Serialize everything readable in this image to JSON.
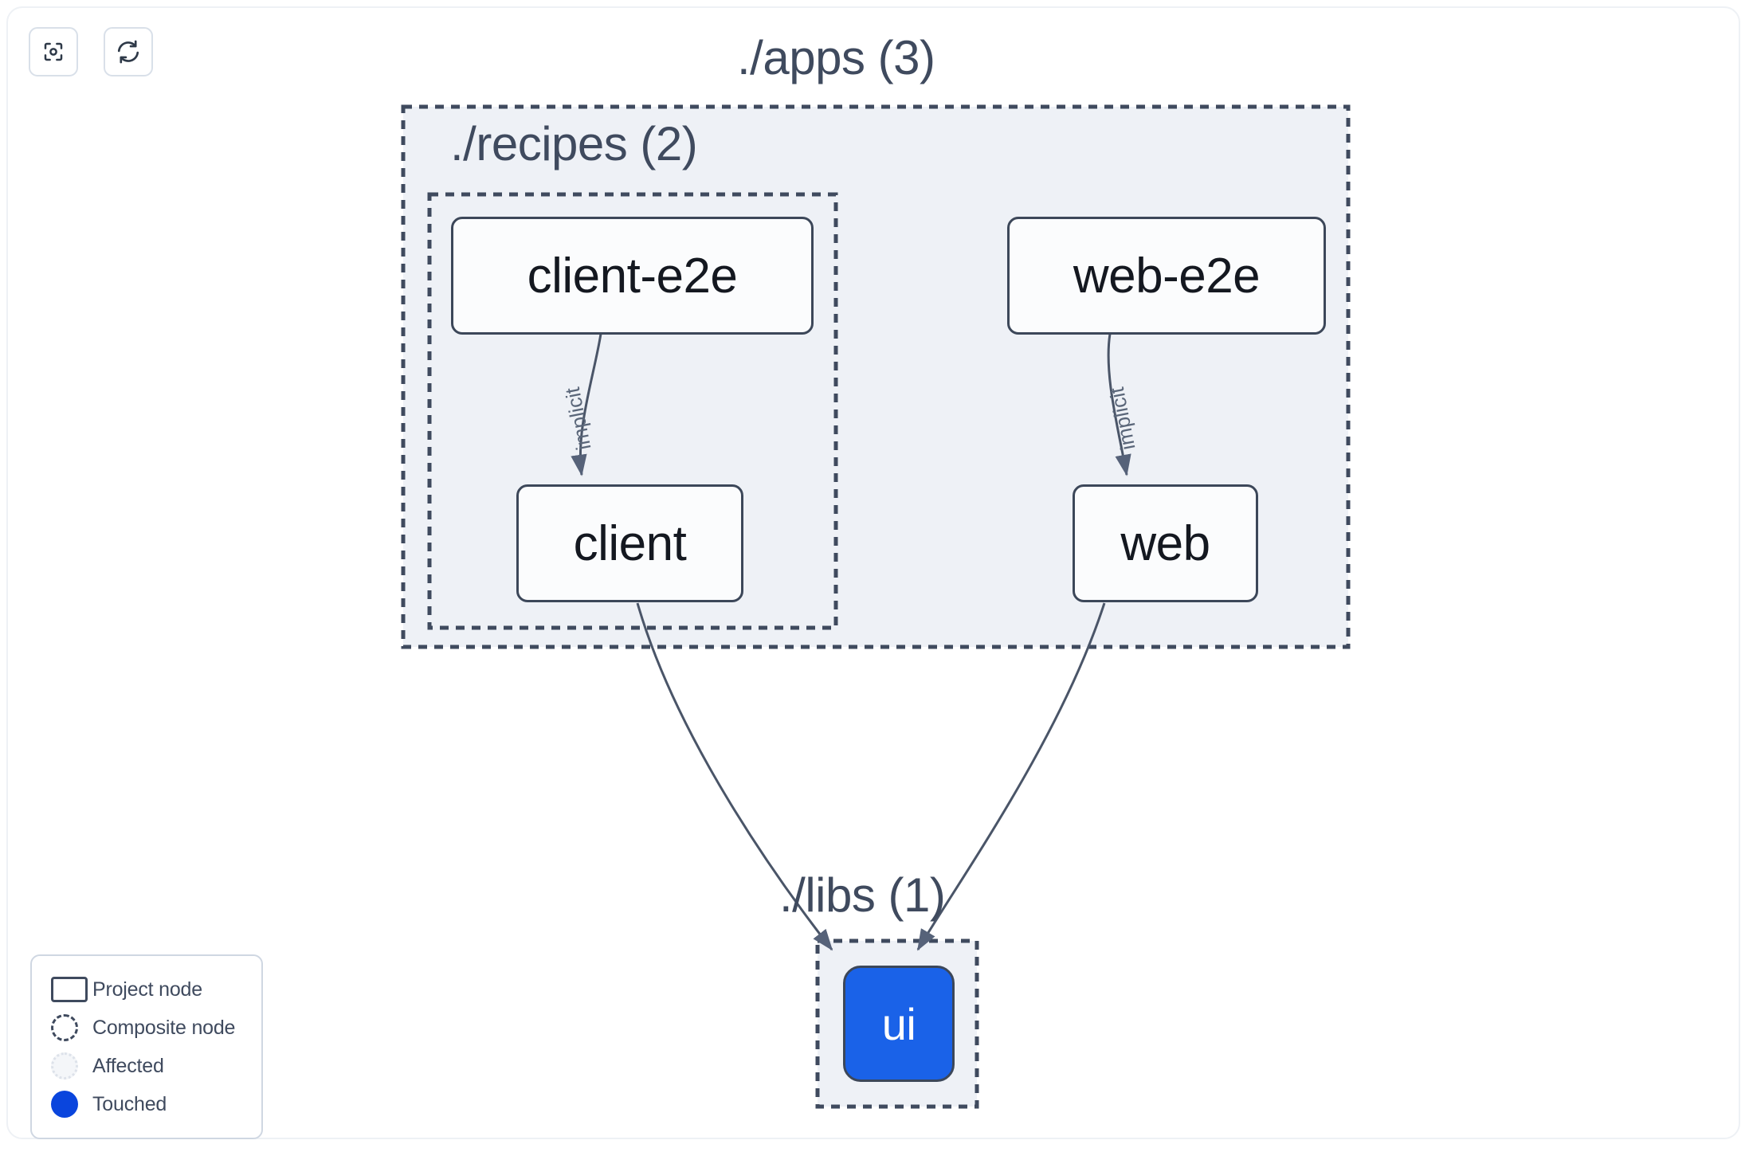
{
  "toolbar": {
    "buttons": [
      {
        "name": "focus-graph-button",
        "icon": "focus-target-icon",
        "label": "Focus graph"
      },
      {
        "name": "refresh-graph-button",
        "icon": "refresh-icon",
        "label": "Refresh graph"
      }
    ]
  },
  "graph": {
    "containers": [
      {
        "id": "apps",
        "label": "./apps (3)",
        "count": 3
      },
      {
        "id": "recipes",
        "label": "./recipes (2)",
        "count": 2
      },
      {
        "id": "libs",
        "label": "./libs (1)",
        "count": 1
      }
    ],
    "nodes": [
      {
        "id": "client-e2e",
        "label": "client-e2e",
        "state": "project"
      },
      {
        "id": "web-e2e",
        "label": "web-e2e",
        "state": "project"
      },
      {
        "id": "client",
        "label": "client",
        "state": "project"
      },
      {
        "id": "web",
        "label": "web",
        "state": "project"
      },
      {
        "id": "ui",
        "label": "ui",
        "state": "touched"
      }
    ],
    "edges": [
      {
        "from": "client-e2e",
        "to": "client",
        "label": "implicit"
      },
      {
        "from": "web-e2e",
        "to": "web",
        "label": "implicit"
      },
      {
        "from": "client",
        "to": "ui",
        "label": ""
      },
      {
        "from": "web",
        "to": "ui",
        "label": ""
      }
    ]
  },
  "legend": {
    "items": [
      {
        "swatch": "project-node-swatch",
        "label": "Project node"
      },
      {
        "swatch": "composite-node-swatch",
        "label": "Composite node"
      },
      {
        "swatch": "affected-swatch",
        "label": "Affected"
      },
      {
        "swatch": "touched-swatch",
        "label": "Touched"
      }
    ]
  },
  "colors": {
    "page_background": "#ffffff",
    "container_fill": "#eef1f6",
    "container_border": "#3f4a5e",
    "node_fill": "#fbfcfd",
    "node_border": "#3c4759",
    "node_text": "#141820",
    "touched_fill": "#1a62e8",
    "touched_legend_dot": "#0a45dd",
    "edge_stroke": "#4a5568",
    "label_text": "#3f4a5e"
  }
}
